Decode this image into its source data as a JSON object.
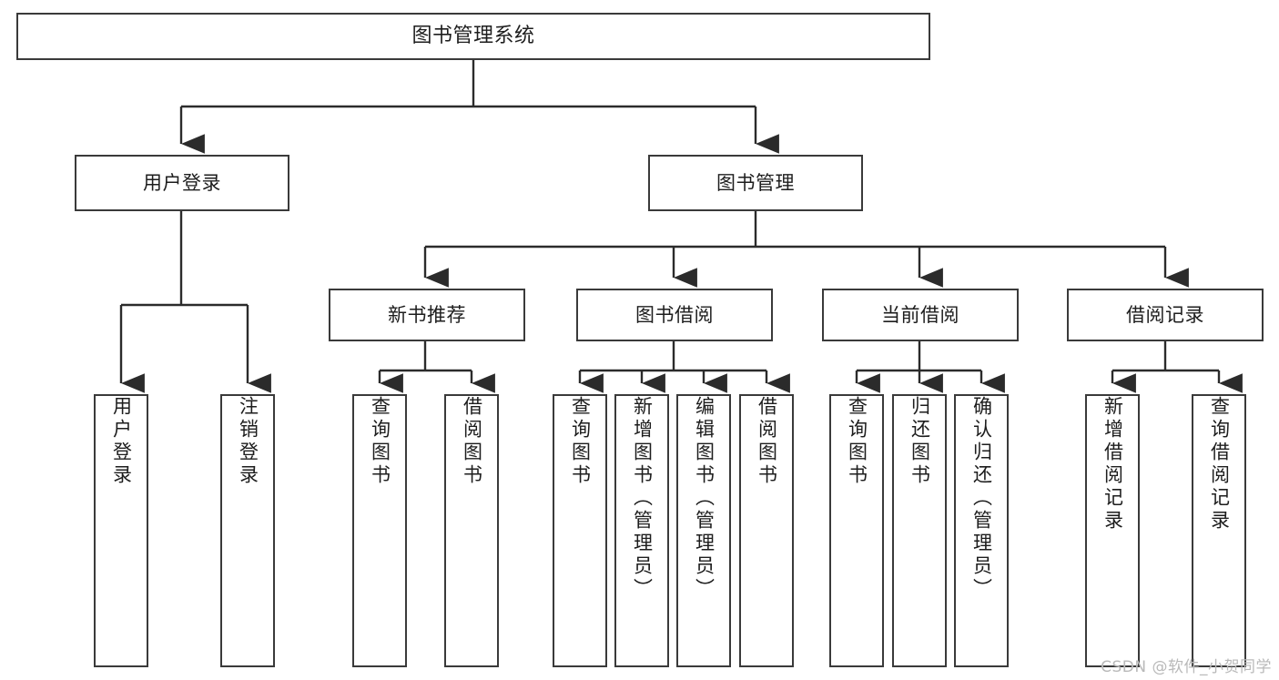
{
  "diagram": {
    "title": "图书管理系统",
    "watermark": "CSDN @软件_小贺同学",
    "colors": {
      "box_border": "#3a3a3a",
      "box_fill": "#ffffff",
      "connector": "#2b2b2b",
      "text": "#1d1d1d",
      "watermark": "#b9b9b9",
      "background": "#ffffff"
    },
    "root": {
      "label": "图书管理系统"
    },
    "level2": [
      {
        "label": "用户登录"
      },
      {
        "label": "图书管理"
      }
    ],
    "level3": [
      {
        "label": "新书推荐"
      },
      {
        "label": "图书借阅"
      },
      {
        "label": "当前借阅"
      },
      {
        "label": "借阅记录"
      }
    ],
    "leaves": {
      "user_login": [
        {
          "label": "用户登录"
        },
        {
          "label": "注销登录"
        }
      ],
      "new_book": [
        {
          "label": "查询图书"
        },
        {
          "label": "借阅图书"
        }
      ],
      "borrow_book": [
        {
          "label": "查询图书"
        },
        {
          "label": "新增图书（管理员）"
        },
        {
          "label": "编辑图书（管理员）"
        },
        {
          "label": "借阅图书"
        }
      ],
      "current_borrow": [
        {
          "label": "查询图书"
        },
        {
          "label": "归还图书"
        },
        {
          "label": "确认归还（管理员）"
        }
      ],
      "borrow_record": [
        {
          "label": "新增借阅记录"
        },
        {
          "label": "查询借阅记录"
        }
      ]
    }
  }
}
